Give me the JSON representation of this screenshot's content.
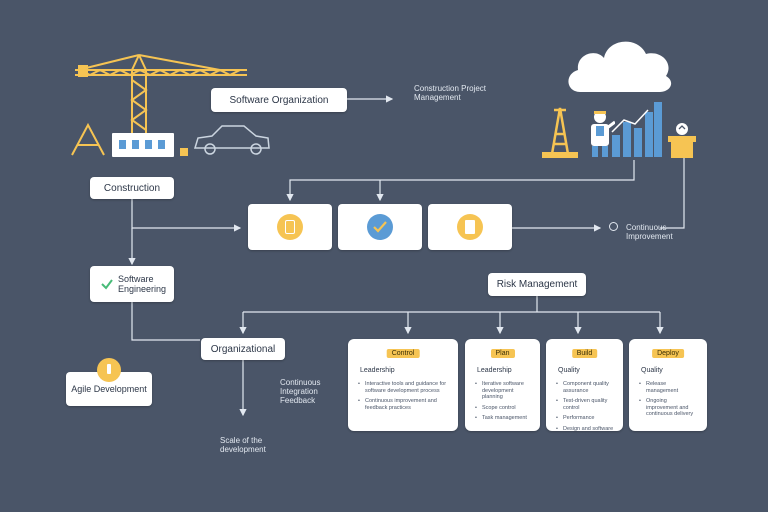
{
  "nodes": {
    "software_org": "Software Organization",
    "construction": "Construction",
    "software_engineering": "Software Engineering",
    "organizational": "Organizational",
    "risk_management": "Risk Management",
    "agile": "Agile Development"
  },
  "notes": {
    "top_right": "Construction Project Management",
    "right_mid": "Continuous Improvement",
    "mid_left": "Continuous Integration Feedback",
    "bottom": "Scale of the development"
  },
  "cards": [
    {
      "tag": "Control",
      "title": "Leadership",
      "items": [
        "Interactive tools and guidance for software development process",
        "Continuous improvement and feedback practices"
      ]
    },
    {
      "tag": "Plan",
      "title": "Leadership",
      "items": [
        "Iterative software development planning",
        "Scope control",
        "Task management"
      ]
    },
    {
      "tag": "Build",
      "title": "Quality",
      "items": [
        "Component quality assurance",
        "Test-driven quality control",
        "Performance",
        "Design and software engineering"
      ]
    },
    {
      "tag": "Deploy",
      "title": "Quality",
      "items": [
        "Release management",
        "Ongoing improvement and continuous delivery"
      ]
    }
  ],
  "icons": {
    "crane": "construction-crane-icon",
    "building": "building-icon",
    "car": "car-icon",
    "cloud": "cloud-icon",
    "tower": "oil-derrick-icon",
    "worker": "engineer-icon",
    "chart": "bar-chart-icon",
    "crate": "package-icon",
    "phone": "mobile-device-icon",
    "check": "checkmark-icon",
    "document": "document-icon",
    "check_green": "check-icon",
    "lightbulb": "lightbulb-icon"
  },
  "colors": {
    "background": "#4a5568",
    "accent_yellow": "#f6c453",
    "accent_blue": "#5b9bd5",
    "line": "#e2e8f0"
  }
}
